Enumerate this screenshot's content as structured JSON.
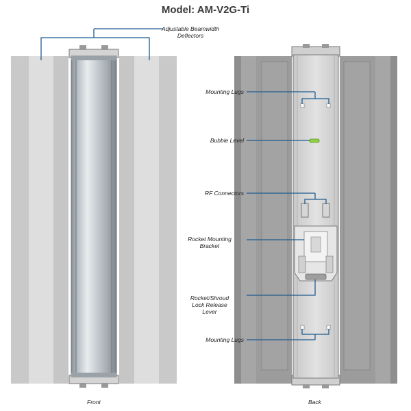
{
  "title": "Model: AM-V2G-Ti",
  "front_caption": "Front",
  "back_caption": "Back",
  "callouts": {
    "deflectors": [
      "Adjustable Beamwidth",
      "Deflectors"
    ],
    "mounting_lugs_top": "Mounting Lugs",
    "bubble_level": "Bubble Level",
    "rf_connectors": "RF Connectors",
    "rocket_bracket": [
      "Rocket Mounting",
      "Bracket"
    ],
    "lock_lever": [
      "Rocket/Shroud",
      "Lock Release",
      "Lever"
    ],
    "mounting_lugs_bottom": "Mounting Lugs"
  },
  "colors": {
    "callout_line": "#1f5b8f",
    "front_panel_light": "#dcdcdc",
    "front_panel_mid": "#c4c4c4",
    "back_panel_dark": "#8f8f8f",
    "back_panel_mid": "#a9a9a9",
    "bubble": "#8fd13f"
  }
}
